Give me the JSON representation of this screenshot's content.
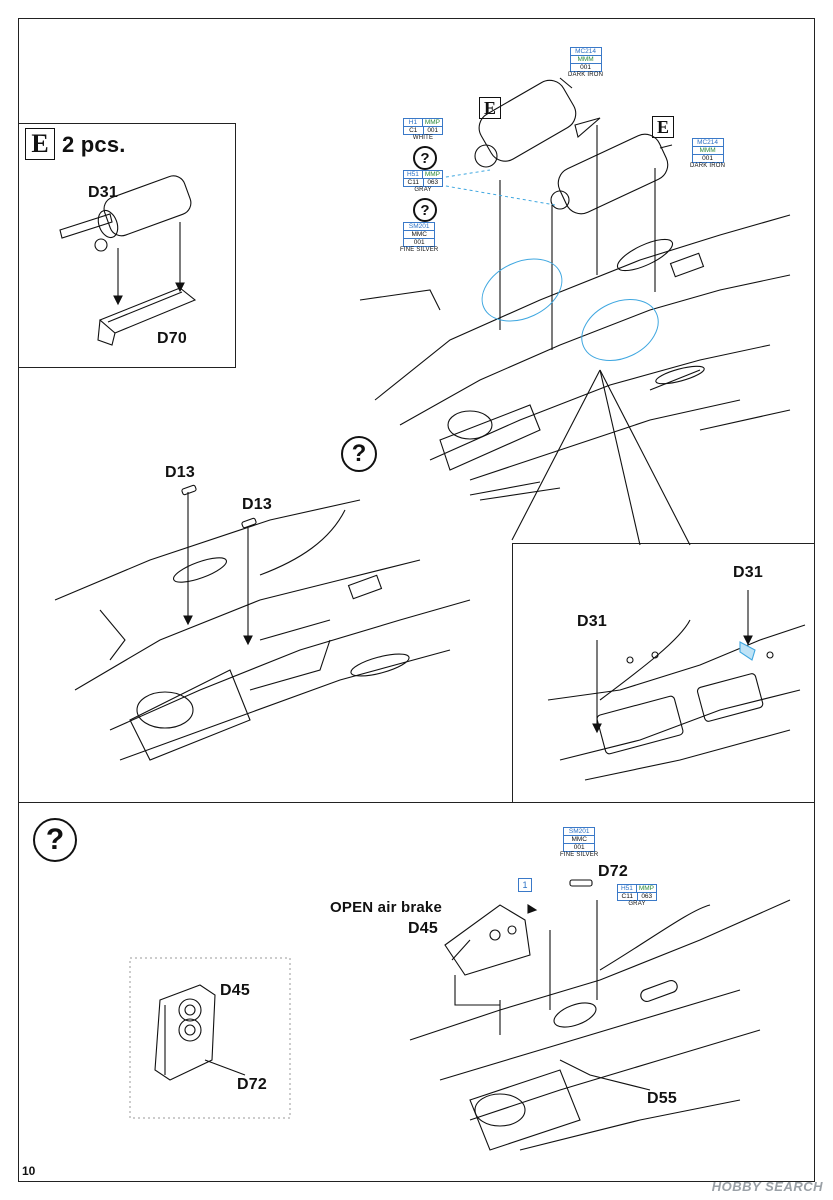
{
  "page": {
    "number": "10"
  },
  "inset_e": {
    "letter": "E",
    "count": "2 pcs.",
    "part_top": "D31",
    "part_bottom": "D70"
  },
  "upper_step": {
    "e_left": "E",
    "e_right": "E",
    "paint_top": {
      "code": "MC214",
      "brand": "MMM",
      "num": "001",
      "name": "DARK IRON"
    },
    "paint_right": {
      "code": "MC214",
      "brand": "MMM",
      "num": "001",
      "name": "DARK IRON"
    },
    "paint_white": {
      "c1": "H1",
      "c2": "MMP",
      "c3": "C1",
      "c4": "001",
      "name": "WHITE"
    },
    "paint_gray": {
      "c1": "H51",
      "c2": "MMP",
      "c3": "C11",
      "c4": "063",
      "name": "GRAY"
    },
    "paint_silver": {
      "code": "SM201",
      "brand": "MMC",
      "num": "001",
      "name": "FINE SILVER"
    }
  },
  "middle_step": {
    "part_a": "D13",
    "part_b": "D13"
  },
  "detail_inset": {
    "part_a": "D31",
    "part_b": "D31"
  },
  "lower_step": {
    "step_box": "1",
    "paint_silver": {
      "code": "SM201",
      "brand": "MMC",
      "num": "001",
      "name": "FINE SILVER"
    },
    "paint_gray": {
      "c1": "H51",
      "c2": "MMP",
      "c3": "C11",
      "c4": "063",
      "name": "GRAY"
    },
    "part_d72": "D72",
    "open_text": "OPEN air brake",
    "part_d45": "D45",
    "part_d55": "D55",
    "inset_d45": "D45",
    "inset_d72": "D72"
  },
  "question": "?",
  "watermark": "HOBBY SEARCH",
  "colors": {
    "paint_blue": "#3a79c8",
    "paint_green": "#2e8a3a",
    "guide_blue": "#3fa7e0"
  }
}
